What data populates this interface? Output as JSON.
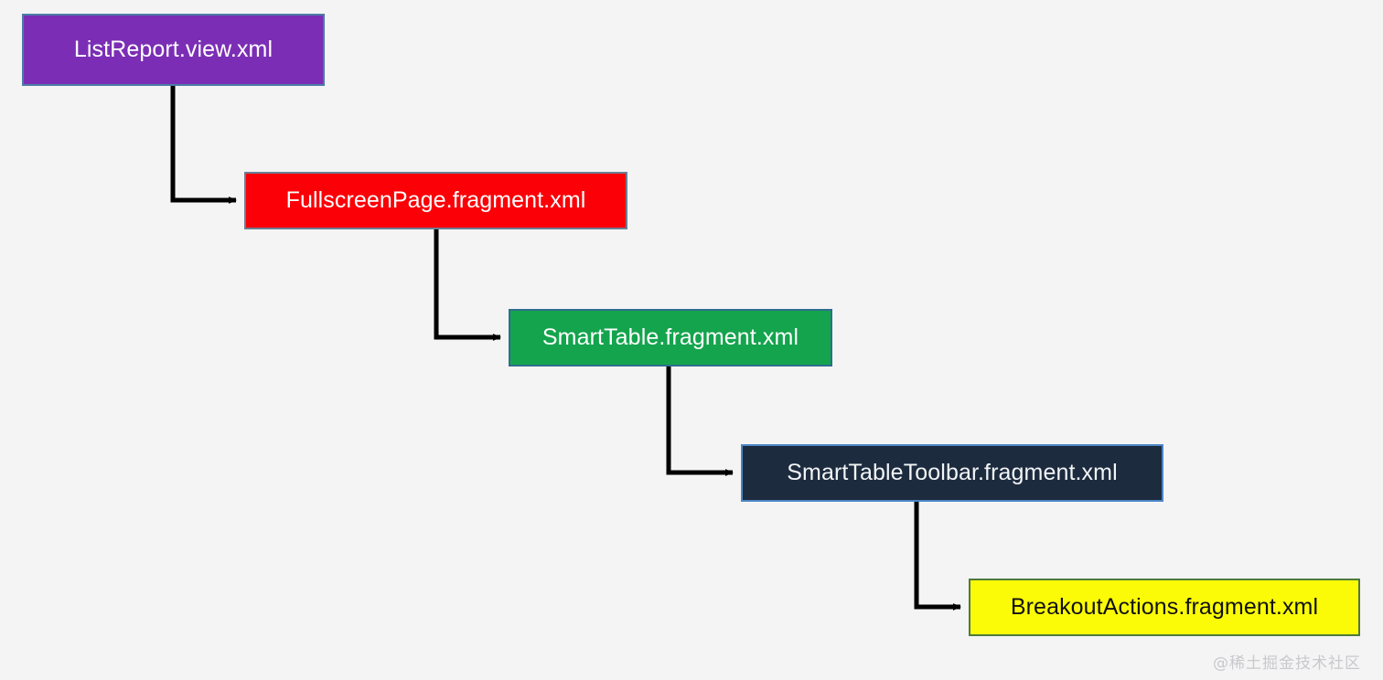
{
  "diagram": {
    "type": "flowchart",
    "orientation": "top-left-to-bottom-right",
    "background_color": "#f4f4f4",
    "edge_color": "#000000",
    "nodes": [
      {
        "id": "listreport",
        "label": "ListReport.view.xml",
        "fill": "#7B2EB5",
        "text_color": "#ffffff",
        "border_color": "#4c7ba6"
      },
      {
        "id": "fullscreen",
        "label": "FullscreenPage.fragment.xml",
        "fill": "#fb0007",
        "text_color": "#ffffff",
        "border_color": "#6b7f94"
      },
      {
        "id": "smarttable",
        "label": "SmartTable.fragment.xml",
        "fill": "#14a44d",
        "text_color": "#ffffff",
        "border_color": "#2e6e8e"
      },
      {
        "id": "toolbar",
        "label": "SmartTableToolbar.fragment.xml",
        "fill": "#1d2b3e",
        "text_color": "#f2f4f7",
        "border_color": "#4c86c6"
      },
      {
        "id": "breakout",
        "label": "BreakoutActions.fragment.xml",
        "fill": "#fbfb08",
        "text_color": "#111111",
        "border_color": "#4e7a3a"
      }
    ],
    "edges": [
      {
        "id": "edge-listreport-fullscreen",
        "from": "listreport",
        "to": "fullscreen",
        "style": "elbow-arrow"
      },
      {
        "id": "edge-fullscreen-smarttable",
        "from": "fullscreen",
        "to": "smarttable",
        "style": "elbow-arrow"
      },
      {
        "id": "edge-smarttable-toolbar",
        "from": "smarttable",
        "to": "toolbar",
        "style": "elbow-arrow"
      },
      {
        "id": "edge-toolbar-breakout",
        "from": "toolbar",
        "to": "breakout",
        "style": "elbow-arrow"
      }
    ]
  },
  "watermark": {
    "text": "@稀土掘金技术社区",
    "color": "#c9c9cd"
  }
}
